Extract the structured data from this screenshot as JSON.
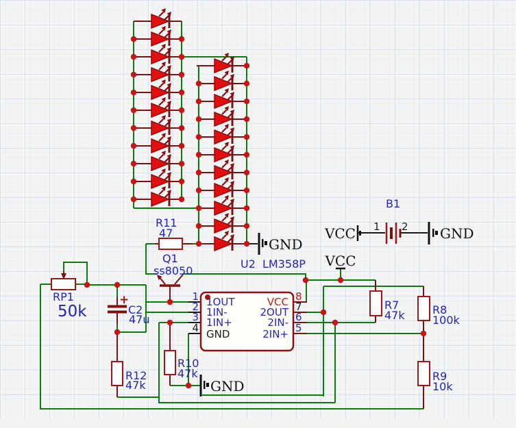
{
  "components": {
    "rp1": {
      "ref": "RP1",
      "value": "50k"
    },
    "c2": {
      "ref": "C2",
      "value": "47u",
      "polarity": "+"
    },
    "r7": {
      "ref": "R7",
      "value": "47k"
    },
    "r8": {
      "ref": "R8",
      "value": "100k"
    },
    "r9": {
      "ref": "R9",
      "value": "10k"
    },
    "r10": {
      "ref": "R10",
      "value": "47k"
    },
    "r11": {
      "ref": "R11",
      "value": "47"
    },
    "r12": {
      "ref": "R12",
      "value": "47k"
    },
    "q1": {
      "ref": "Q1",
      "value": "ss8050"
    },
    "u2": {
      "ref": "U2",
      "value": "LM358P"
    },
    "b1": {
      "ref": "B1",
      "pin1_label": "1",
      "pin2_label": "2"
    }
  },
  "ic": {
    "pins_left": [
      {
        "num": "1",
        "name": "1OUT"
      },
      {
        "num": "2",
        "name": "1IN-"
      },
      {
        "num": "3",
        "name": "1IN+"
      },
      {
        "num": "4",
        "name": "GND"
      }
    ],
    "pins_right": [
      {
        "num": "8",
        "name": "VCC"
      },
      {
        "num": "7",
        "name": "2OUT"
      },
      {
        "num": "6",
        "name": "2IN-"
      },
      {
        "num": "5",
        "name": "2IN+"
      }
    ]
  },
  "ports": {
    "b1_vcc": "VCC",
    "b1_gnd": "GND",
    "main_vcc": "VCC",
    "led_gnd": "GND",
    "r10_gnd": "GND"
  },
  "colors": {
    "wire_green": "#0b7c0b",
    "component_red": "#a81212",
    "led_fill": "#e01010",
    "junction_red": "#c81414",
    "label_blue": "#2323c0"
  }
}
